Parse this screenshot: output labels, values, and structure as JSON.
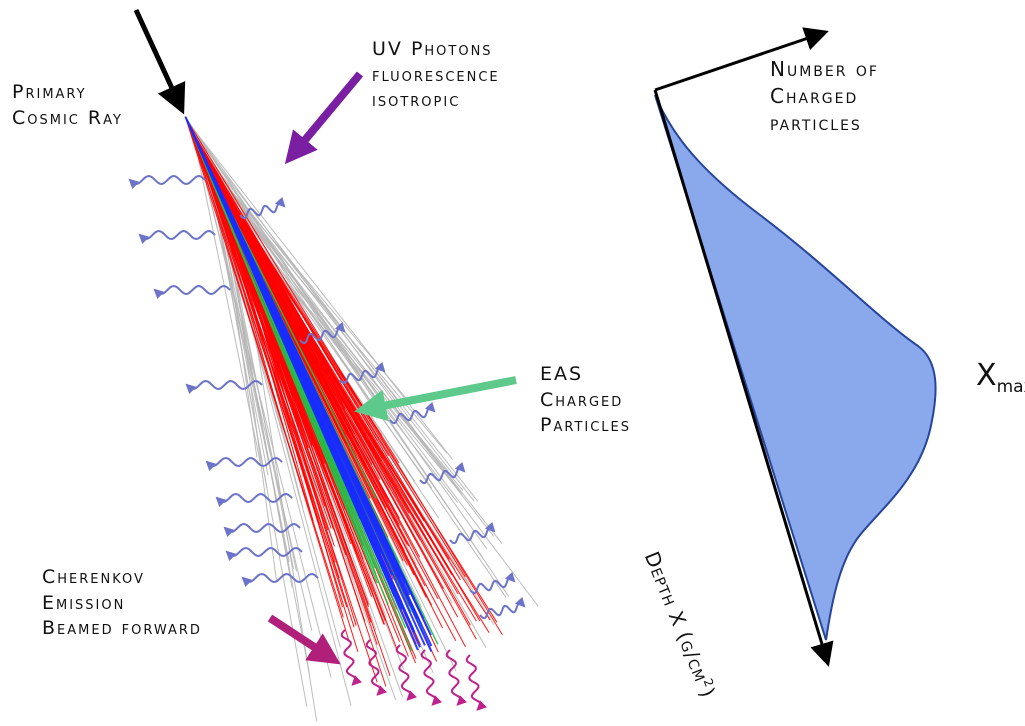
{
  "labels": {
    "primary": [
      "Primary",
      "Cosmic Ray"
    ],
    "uv": [
      "UV Photons",
      "fluorescence",
      "isotropic"
    ],
    "eas": [
      "EAS",
      "Charged",
      "Particles"
    ],
    "cherenkov": [
      "Cherenkov",
      "Emission",
      "Beamed forward"
    ],
    "number": [
      "Number of",
      "Charged",
      "particles"
    ],
    "xmax_main": "X",
    "xmax_sub": "max",
    "depth_prefix": "Depth X (g/cm",
    "depth_sup": "2",
    "depth_suffix": ")"
  },
  "colors": {
    "primary_arrow": "#000000",
    "uv_arrow": "#7b1fa2",
    "eas_arrow": "#5dc98a",
    "cherenkov_arrow": "#b0207a",
    "shower_red": "#ff0000",
    "shower_blue": "#1a2cff",
    "shower_green": "#22c04a",
    "shower_gray": "#b5b5b5",
    "photon_blue": "#6b74c9",
    "photon_magenta": "#c0208a",
    "profile_fill": "#8aa8ec",
    "profile_stroke": "#27459a"
  }
}
